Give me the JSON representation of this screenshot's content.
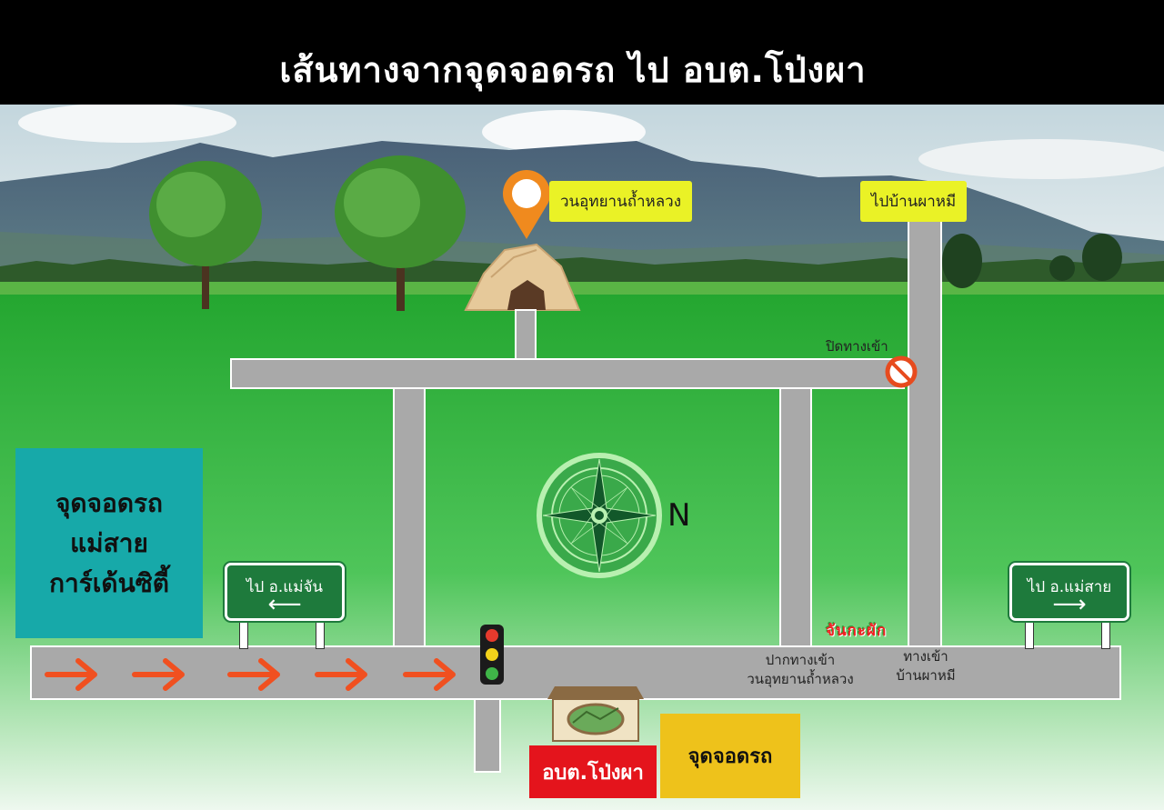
{
  "header": {
    "title": "เส้นทางจากจุดจอดรถ ไป อบต.โป่งผา"
  },
  "map": {
    "cave_label": "วนอุทยานถ้ำหลวง",
    "village_label": "ไปบ้านผาหมี",
    "closed_entrance_label": "ปิดทางเข้า",
    "north_label": "N",
    "parking_area": {
      "line1": "จุดจอดรถ",
      "line2": "แม่สาย",
      "line3": "การ์เด้นซิตี้"
    },
    "sign_left": "ไป อ.แม่จัน",
    "sign_right": "ไป อ.แม่สาย",
    "cave_entrance_line1": "ปากทางเข้า",
    "cave_entrance_line2": "วนอุทยานถ้ำหลวง",
    "village_entrance_line1": "ทางเข้า",
    "village_entrance_line2": "บ้านผาหมี",
    "shop_label": "จันกะผัก",
    "office_label": "อบต.โป่งผา",
    "parking_label": "จุดจอดรถ"
  },
  "colors": {
    "road": "#a9a9a9",
    "grass": "#2fb63a",
    "sign_green": "#1e7a3c",
    "arrow": "#f05020",
    "label_yellow": "#eaf226",
    "parking_teal": "#17a9a9",
    "office_red": "#e4141c",
    "parking_yellow": "#eec21b"
  }
}
